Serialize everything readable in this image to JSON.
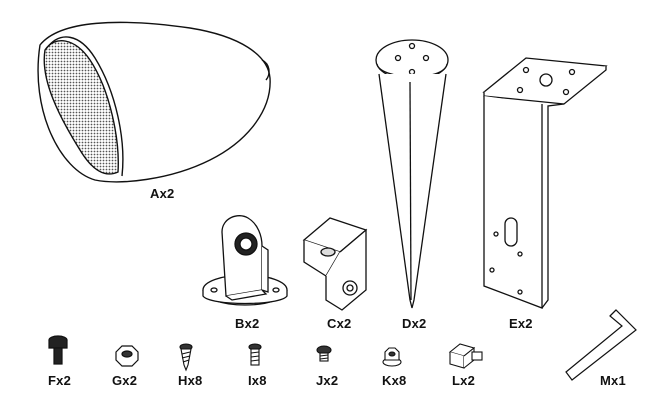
{
  "parts": [
    {
      "id": "A",
      "label": "Ax2",
      "name": "speaker-housing"
    },
    {
      "id": "B",
      "label": "Bx2",
      "name": "yoke-base-mount"
    },
    {
      "id": "C",
      "label": "Cx2",
      "name": "swivel-bracket"
    },
    {
      "id": "D",
      "label": "Dx2",
      "name": "ground-stake"
    },
    {
      "id": "E",
      "label": "Ex2",
      "name": "wall-bracket"
    },
    {
      "id": "F",
      "label": "Fx2",
      "name": "hex-socket-bolt"
    },
    {
      "id": "G",
      "label": "Gx2",
      "name": "hex-nut"
    },
    {
      "id": "H",
      "label": "Hx8",
      "name": "wood-screw"
    },
    {
      "id": "I",
      "label": "Ix8",
      "name": "machine-screw"
    },
    {
      "id": "J",
      "label": "Jx2",
      "name": "pan-head-screw"
    },
    {
      "id": "K",
      "label": "Kx8",
      "name": "flange-nut"
    },
    {
      "id": "L",
      "label": "Lx2",
      "name": "clip-block"
    },
    {
      "id": "M",
      "label": "Mx1",
      "name": "hex-key-wrench"
    }
  ]
}
